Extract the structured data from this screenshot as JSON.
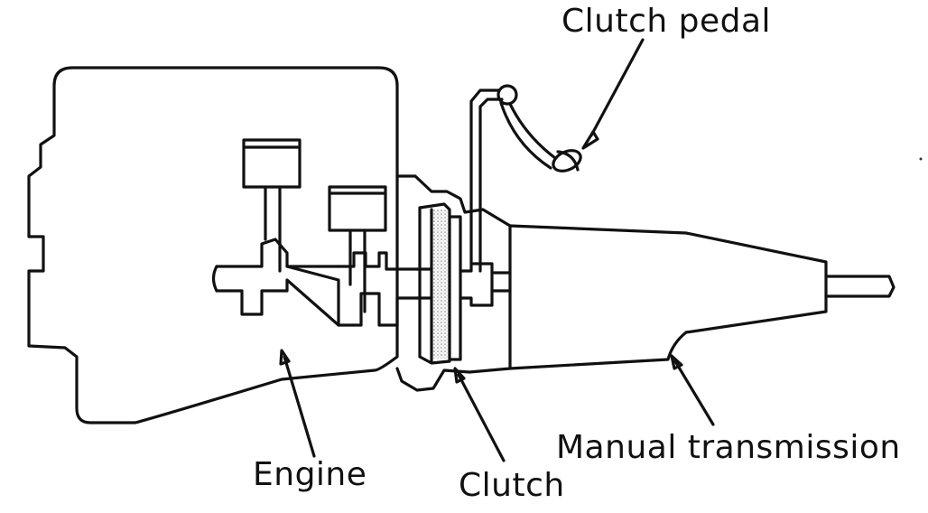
{
  "labels": {
    "clutch_pedal": "Clutch pedal",
    "engine": "Engine",
    "clutch": "Clutch",
    "manual_transmission": "Manual transmission"
  }
}
